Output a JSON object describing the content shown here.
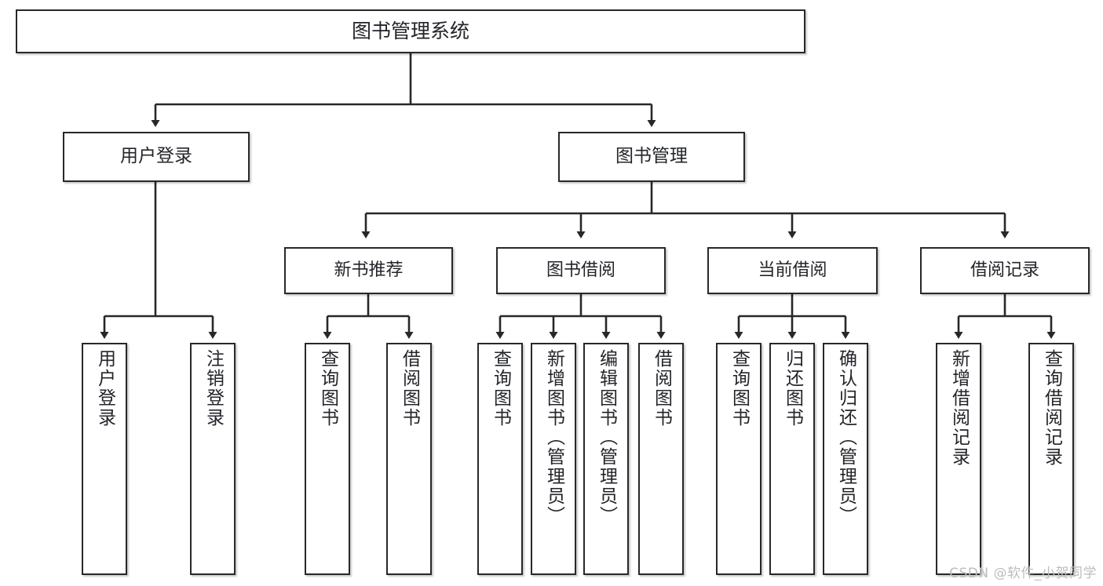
{
  "diagram": {
    "title": "图书管理系统",
    "watermark": "CSDN @软件_小贺同学",
    "colors": {
      "box_border": "#26282b",
      "box_fill": "#ffffff",
      "text": "#23252a",
      "edge": "#26282b",
      "watermark": "#bdbdbd"
    },
    "root": {
      "label": "图书管理系统"
    },
    "level2": [
      {
        "label": "用户登录"
      },
      {
        "label": "图书管理"
      }
    ],
    "level3": [
      {
        "label": "新书推荐"
      },
      {
        "label": "图书借阅"
      },
      {
        "label": "当前借阅"
      },
      {
        "label": "借阅记录"
      }
    ],
    "leaves": {
      "user_login": [
        {
          "label": "用户登录"
        },
        {
          "label": "注销登录"
        }
      ],
      "new_book_recommend": [
        {
          "label": "查询图书"
        },
        {
          "label": "借阅图书"
        }
      ],
      "book_borrow": [
        {
          "label": "查询图书"
        },
        {
          "label": "新增图书（管理员）"
        },
        {
          "label": "编辑图书（管理员）"
        },
        {
          "label": "借阅图书"
        }
      ],
      "current_borrow": [
        {
          "label": "查询图书"
        },
        {
          "label": "归还图书"
        },
        {
          "label": "确认归还（管理员）"
        }
      ],
      "borrow_records": [
        {
          "label": "新增借阅记录"
        },
        {
          "label": "查询借阅记录"
        }
      ]
    }
  }
}
